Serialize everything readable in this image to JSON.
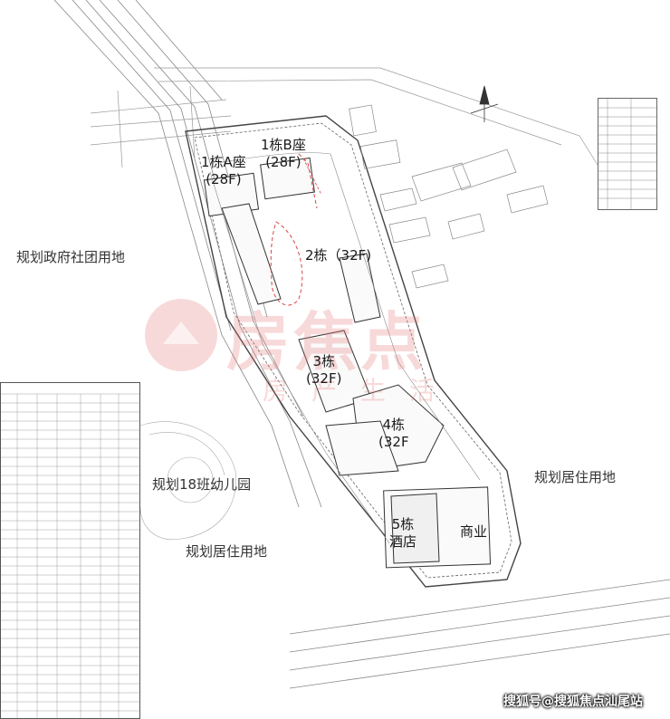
{
  "buildings": {
    "b1a": {
      "name": "1栋A座",
      "floors": "(28F)"
    },
    "b1b": {
      "name": "1栋B座",
      "floors": "(28F)"
    },
    "b2": {
      "text": "2栋（32F)"
    },
    "b3": {
      "name": "3栋",
      "floors": "(32F)"
    },
    "b4": {
      "name": "4栋",
      "floors": "(32F"
    },
    "b5": {
      "name": "5栋",
      "sub": "酒店"
    },
    "commerce": "商业"
  },
  "zones": {
    "government": "规划政府社团用地",
    "kindergarten": "规划18班幼儿园",
    "residential_left": "规划居住用地",
    "residential_right": "规划居住用地"
  },
  "watermark": {
    "main": "房焦点",
    "sub": "房产生活"
  },
  "footer": "搜狐号@搜狐焦点汕尾站",
  "colors": {
    "line": "#777777",
    "red_dash": "#d94545",
    "watermark": "#e67878"
  }
}
